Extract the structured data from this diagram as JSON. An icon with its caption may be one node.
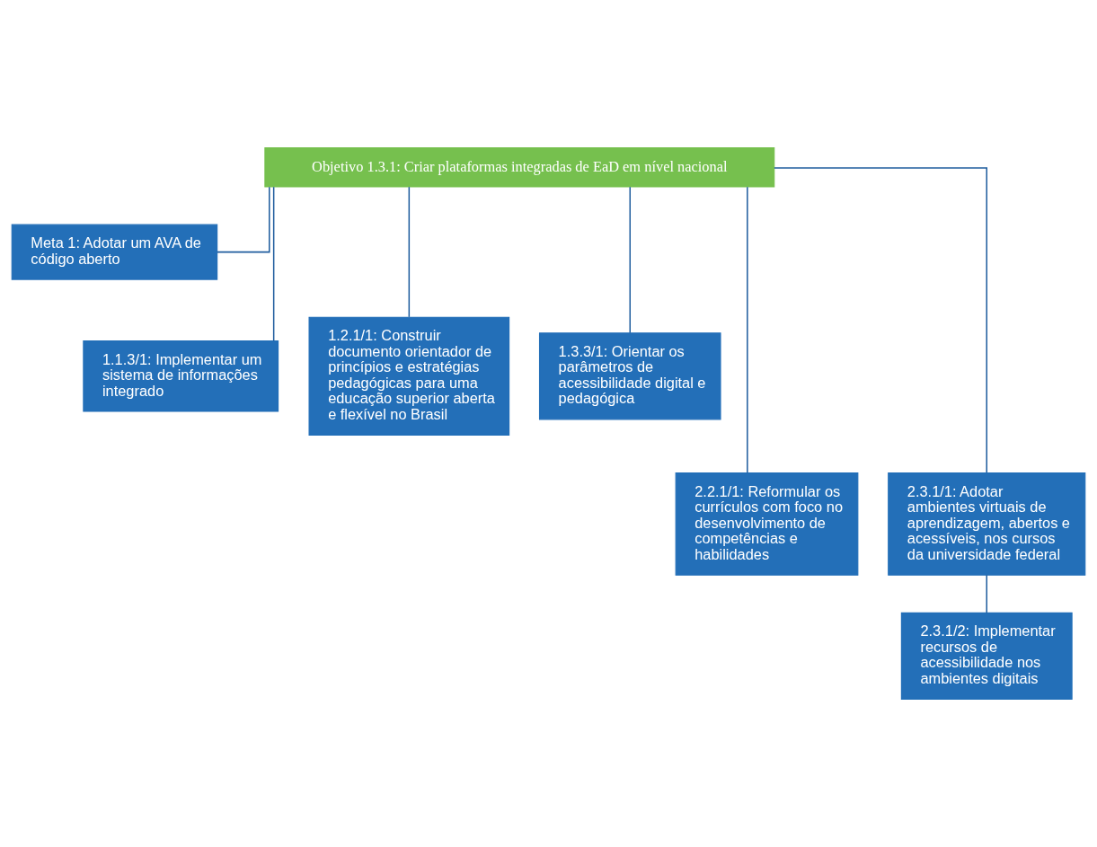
{
  "diagram": {
    "nodes": [
      {
        "text": [
          "Objetivo 1.3.1: Criar plataformas integradas de EaD em nível nacional"
        ]
      },
      {
        "text": [
          "Meta 1: Adotar um AVA de código aberto"
        ]
      },
      {
        "text": [
          "1.1.3/1: Implementar um sistema de informações integrado"
        ]
      },
      {
        "text": [
          "1.2.1/1: Construir documento orientador de princípios e estratégias pedagógicas para uma educação superior aberta e flexível no Brasil"
        ]
      },
      {
        "text": [
          "1.3.3/1: Orientar os parâmetros de acessibilidade digital e pedagógica"
        ]
      },
      {
        "text": [
          "2.2.1/1: Reformular os currículos com foco no desenvolvimento de competências e habilidades"
        ]
      },
      {
        "text": [
          "2.3.1/1: Adotar ambientes virtuais de aprendizagem, abertos e acessíveis, nos cursos da universidade federal"
        ]
      },
      {
        "text": [
          "2.3.1/2: Implementar recursos de acessibilidade nos ambientes digitais"
        ]
      }
    ],
    "edges": [
      {
        "from": 0,
        "to": 1,
        "arrow": "none"
      },
      {
        "from": 0,
        "to": 2,
        "arrow": "none"
      },
      {
        "from": 0,
        "to": 3,
        "arrow": "none"
      },
      {
        "from": 0,
        "to": 4,
        "arrow": "none"
      },
      {
        "from": 0,
        "to": 5,
        "arrow": "none"
      },
      {
        "from": 0,
        "to": 6,
        "arrow": "none"
      },
      {
        "from": 6,
        "to": 7,
        "arrow": "none"
      }
    ]
  }
}
